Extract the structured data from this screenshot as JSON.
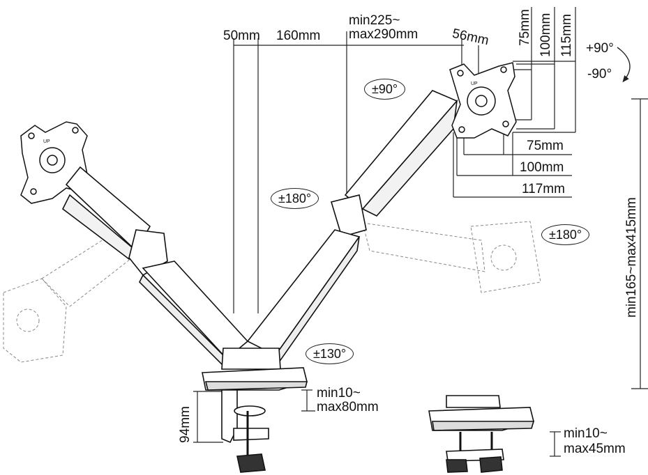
{
  "labels": {
    "offset_50": "50mm",
    "offset_160": "160mm",
    "depth_min": "min225~",
    "depth_max": "max290mm",
    "tilt_pivot": "56mm",
    "vesa_75_v": "75mm",
    "vesa_100_v": "100mm",
    "vesa_115_v": "115mm",
    "vesa_75_h": "75mm",
    "vesa_100_h": "100mm",
    "vesa_117_h": "117mm",
    "tilt_up": "+90°",
    "tilt_down": "-90°",
    "height_range": "min165~max415mm",
    "clamp_height": "94mm",
    "desk_clamp_min": "min10~",
    "desk_clamp_max": "max80mm",
    "grommet_min": "min10~",
    "grommet_max": "max45mm"
  },
  "rotations": {
    "arm_swivel": "±90°",
    "pole_swivel": "±180°",
    "screen_rotate": "±180°",
    "base_swivel": "±130°"
  },
  "vesa_badge": "UP"
}
